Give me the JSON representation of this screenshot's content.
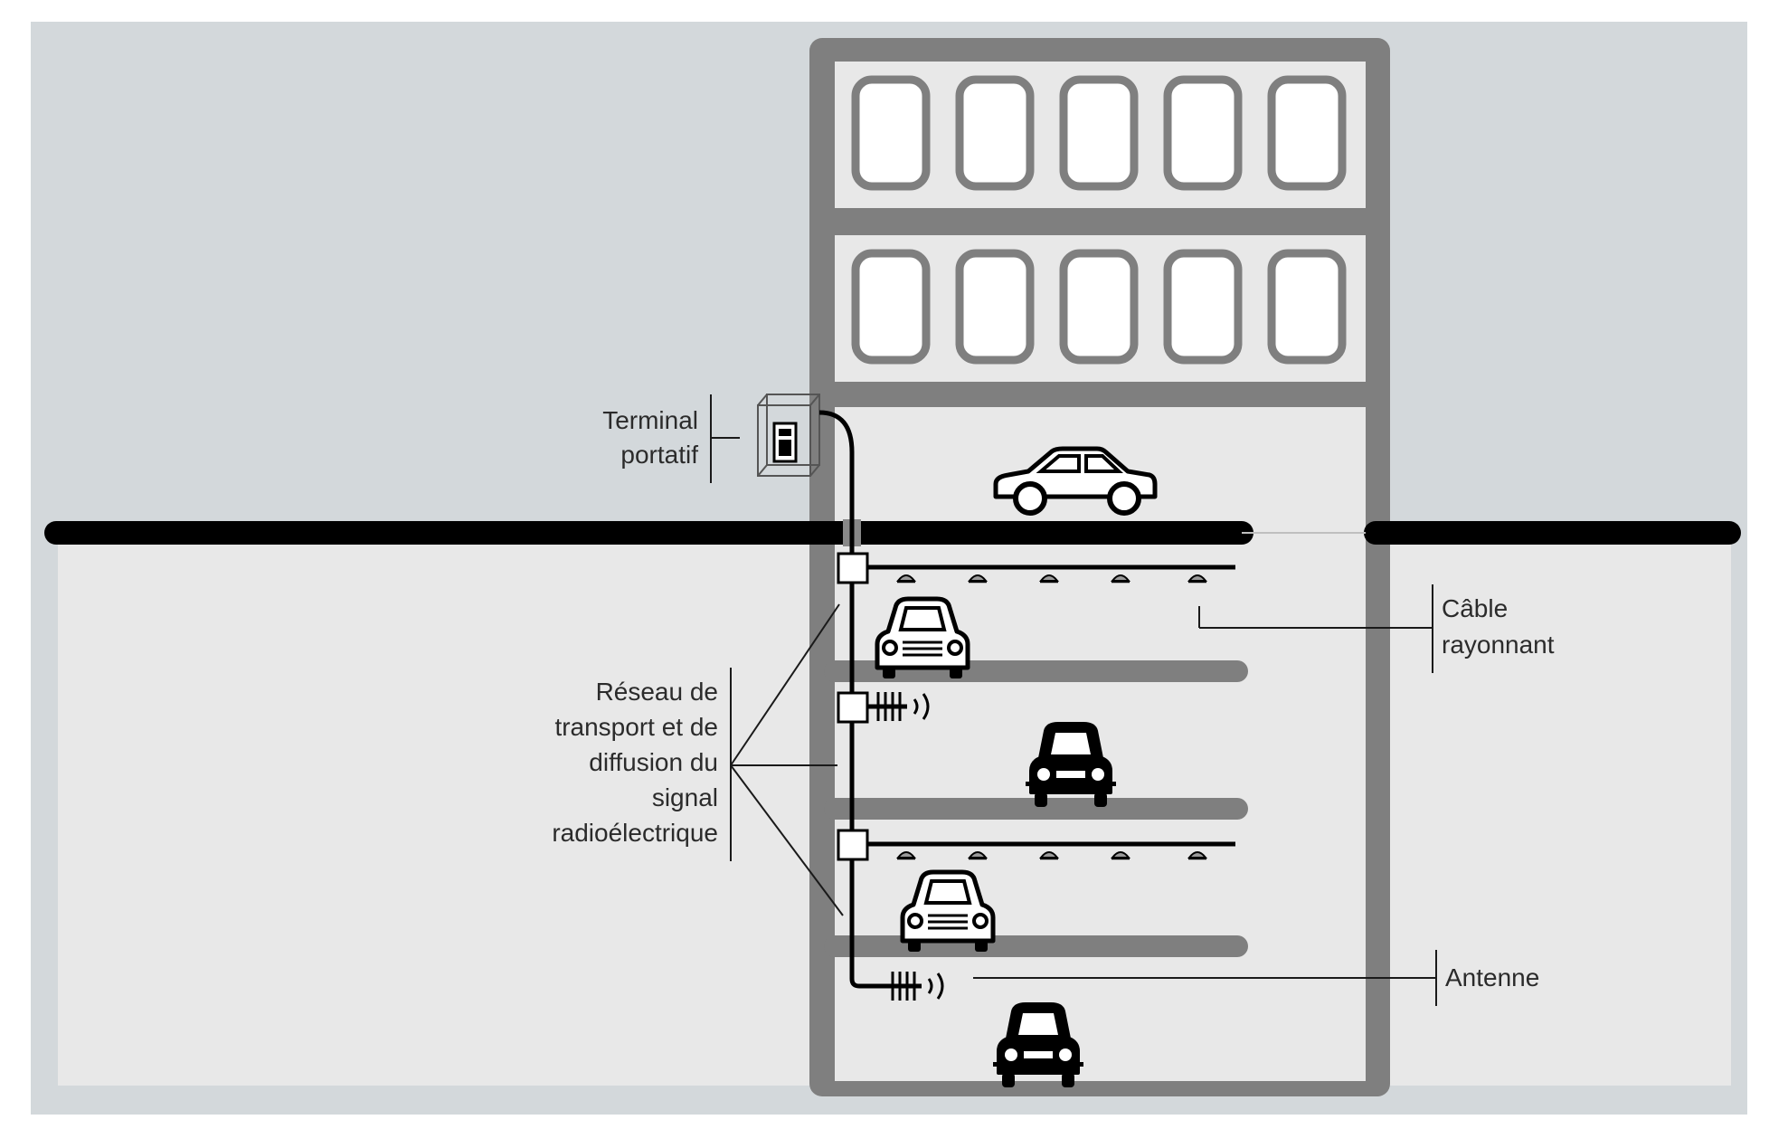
{
  "labels": {
    "terminal": [
      "Terminal",
      "portatif"
    ],
    "network": [
      "Réseau de",
      "transport et de",
      "diffusion du",
      "signal",
      "radioélectrique"
    ],
    "cable": [
      "Câble",
      "rayonnant"
    ],
    "antenna": [
      "Antenne"
    ]
  },
  "colors": {
    "sky": "#d3d8db",
    "ground": "#e8e8e8",
    "building": "#7f7f7f",
    "window_fill": "#ffffff",
    "road": "#000000",
    "line": "#1a1a1a",
    "text": "#2b2b2b"
  },
  "icons": {
    "car": "car-icon",
    "terminal": "portable-terminal-icon",
    "antenna": "antenna-icon",
    "coupler": "coupler-box-icon",
    "leaky_cable": "leaky-cable-icon"
  }
}
